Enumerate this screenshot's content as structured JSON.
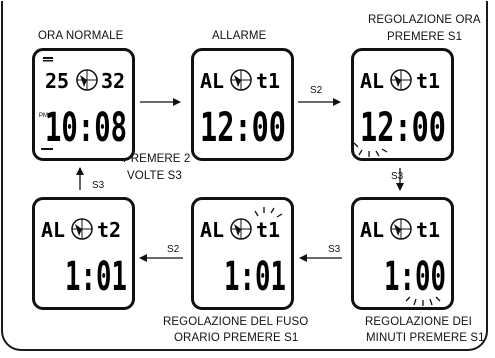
{
  "states": {
    "ora_normale": {
      "caption": "ORA NORMALE",
      "top_left": "25",
      "top_right": "32",
      "pm_flag": "PM",
      "time": "10:08"
    },
    "allarme": {
      "caption": "ALLARME",
      "top_left": "AL",
      "top_right": "t1",
      "time": "12:00"
    },
    "regolazione_ora": {
      "caption_line1": "REGOLAZIONE ORA",
      "caption_line2": "PREMERE S1",
      "top_left": "AL",
      "top_right": "t1",
      "time": "12:00"
    },
    "regolazione_minuti": {
      "caption_line1": "REGOLAZIONE DEI",
      "caption_line2": "MINUTI PREMERE S1",
      "top_left": "AL",
      "top_right": "t1",
      "time": "1:00"
    },
    "regolazione_fuso": {
      "caption_line1": "REGOLAZIONE DEL FUSO",
      "caption_line2": "ORARIO PREMERE S1",
      "top_left": "AL",
      "top_right": "t1",
      "time": "1:01"
    },
    "allarme_2": {
      "top_left": "AL",
      "top_right": "t2",
      "time": "1:01"
    }
  },
  "note": {
    "line1": "PREMERE 2",
    "line2": "VOLTE S3"
  },
  "transitions": {
    "ora_to_allarme": "",
    "allarme_to_regolazione": "S2",
    "regolazione_to_minuti": "S3",
    "minuti_to_fuso": "S3",
    "fuso_to_allarme2": "S2",
    "allarme2_to_ora": "S3"
  }
}
